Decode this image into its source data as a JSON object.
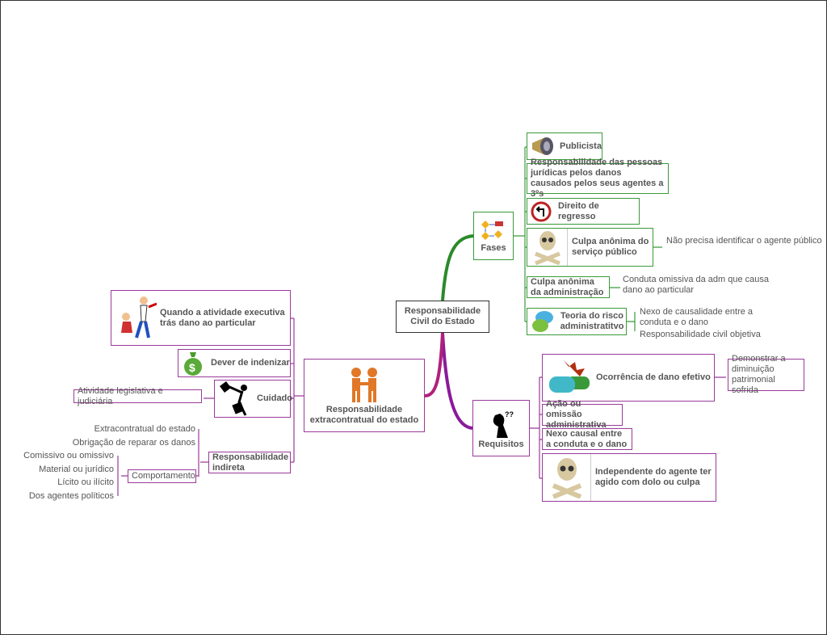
{
  "central": "Responsabilidade Civil do Estado",
  "fases": {
    "label": "Fases",
    "items": [
      {
        "label": "Publicista",
        "icon": "megaphone-icon"
      },
      {
        "label": "Responsabilidade das pessoas jurídicas pelos danos causados pelos seus agentes a 3ºs"
      },
      {
        "label": "Direito de regresso",
        "icon": "turn-left-sign-icon"
      },
      {
        "label": "Culpa anônima do serviço público",
        "icon": "skull-icon",
        "note": "Não precisa identificar o agente público"
      },
      {
        "label": "Culpa anônima da administração",
        "note": "Conduta omissiva da adm que causa dano ao particular"
      },
      {
        "label": "Teoria do risco administratitvo",
        "icon": "chat-bubbles-icon",
        "notes": [
          "Nexo de causalidade entre a conduta e o dano",
          "Responsabilidade civil objetiva"
        ]
      }
    ]
  },
  "requisitos": {
    "label": "Requisitos",
    "items": [
      {
        "label": "Ocorrência de dano efetivo",
        "icon": "car-crash-icon",
        "note": "Demonstrar a diminuição patrimonial sofrida"
      },
      {
        "label": "Ação ou omissão administrativa"
      },
      {
        "label": "Nexo causal entre a conduta e o dano"
      },
      {
        "label": "Independente do agente ter agido com dolo ou culpa",
        "icon": "skull-icon"
      }
    ]
  },
  "extracontratual": {
    "label": "Responsabilidade extracontratual do estado",
    "items": [
      {
        "label": "Quando a atividade executiva trás dano ao particular",
        "icon": "accident-icon"
      },
      {
        "label": "Dever de indenizar",
        "icon": "money-bag-icon"
      },
      {
        "label": "Cuidado",
        "icon": "signal-flags-icon",
        "note": "Atividade legislativa e judiciária"
      },
      {
        "label": "Responsabilidade indireta",
        "notes": [
          "Extracontratual do estado",
          "Obrigação de reparar os danos"
        ],
        "comportamento": {
          "label": "Comportamento",
          "items": [
            "Comissivo ou omissivo",
            "Material ou jurídico",
            "Lícito ou ilícito",
            "Dos agentes políticos"
          ]
        }
      }
    ]
  },
  "colors": {
    "green": "#3a9a3a",
    "purple": "#9a3a9a"
  }
}
